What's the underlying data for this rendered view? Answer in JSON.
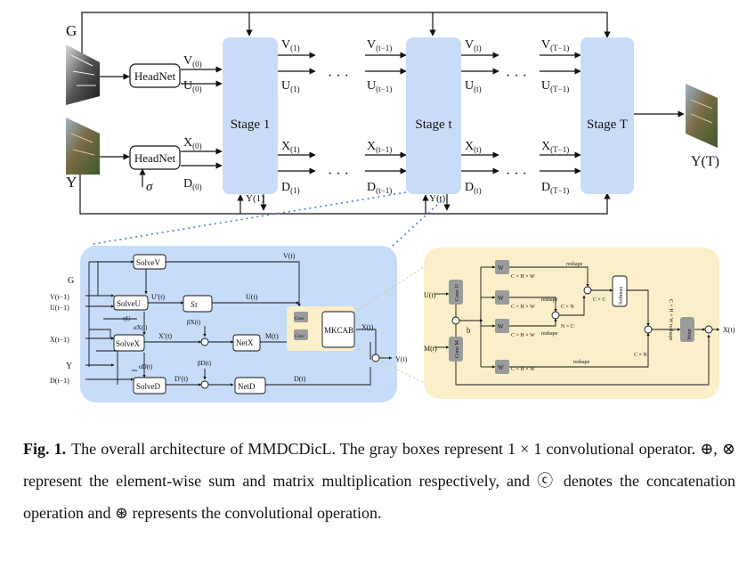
{
  "figure": {
    "inputs": {
      "g": "G",
      "y": "Y"
    },
    "output": "Y(T)",
    "headnet": "HeadNet",
    "sigma": "σ",
    "stages": [
      "Stage 1",
      "Stage t",
      "Stage T"
    ],
    "sub": {
      "v0": "(0)",
      "u0": "(0)",
      "x0": "(0)",
      "d0": "(0)",
      "s1": "(1)",
      "tm1": "(t−1)",
      "t": "(t)",
      "Tm1": "(T−1)",
      "T": "(T)"
    },
    "stage_outputs": {
      "y1": "Y(1)",
      "yt": "Y(t)"
    },
    "inner": {
      "g": "G",
      "v_in": "V(t−1)",
      "u_in": "U(t−1)",
      "x_in": "X(t−1)",
      "y": "Y",
      "d_in": "D(t−1)",
      "solve_v": "SolveV",
      "solve_u": "SolveU",
      "solve_x": "SolveX",
      "solve_d": "SolveD",
      "v_out": "V(t)",
      "u_prime": "U′(t)",
      "s_tau": "Sτ",
      "u_out": "U(t)",
      "eta": "ηU",
      "alpha_x": "αX(t)",
      "beta_x": "βX(t)",
      "x_prime": "X′(t)",
      "net_x": "NetX",
      "m_out": "M(t)",
      "mkcab": "MKCAB",
      "x_out": "X(t)",
      "y_out": "Y(t)",
      "alpha_d": "αD(t)",
      "beta_d": "βD(t)",
      "d_prime": "D′(t)",
      "net_d": "NetD",
      "d_out": "D(t)",
      "conv": "Conv"
    },
    "mkcab": {
      "u_in": "U(t)",
      "m_in": "M(t)",
      "x_out": "X(t)",
      "conv_u": "Conv U",
      "conv_m": "Conv M",
      "w_in": "W",
      "w_out": "Wout",
      "softmax": "Softmax",
      "chw": "C × H × W",
      "cxn": "C × N",
      "nxc": "N × C",
      "cxc": "C × C",
      "reshape": "reshape",
      "reshape_rot": "C × H × W reshape",
      "conv_symbol": "©",
      "b_label": "b"
    }
  },
  "caption": {
    "label": "Fig. 1.",
    "text": "The overall architecture of MMDCDicL. The gray boxes represent 1 × 1 convolutional operator. ⊕, ⊗ represent the element-wise sum and matrix multiplication respectively, and ⓒ denotes the concatenation operation and ⊛ represents the convolutional operation."
  },
  "colors": {
    "stage": "#c9dcf7",
    "detail_bg": "#c6dcf8",
    "mkcab_bg": "#fbefc9",
    "gray_box": "#9b9b9b",
    "dotted": "#4a7fc9"
  }
}
